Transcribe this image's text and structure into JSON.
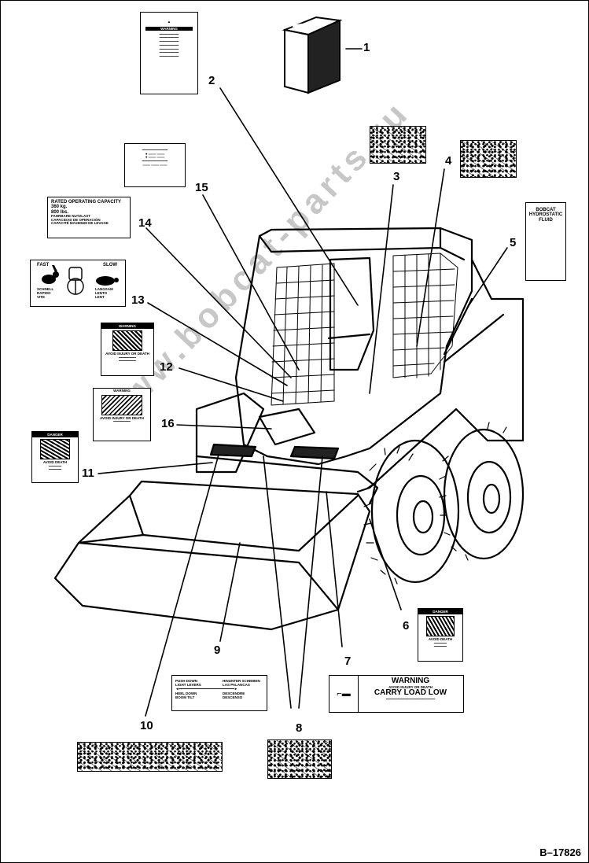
{
  "figure_id": "B–17826",
  "watermark": "www.bobcat-parts.ru",
  "callouts": [
    "1",
    "2",
    "3",
    "4",
    "5",
    "6",
    "7",
    "8",
    "9",
    "10",
    "11",
    "12",
    "13",
    "14",
    "15",
    "16"
  ],
  "decals": {
    "manual": {
      "warning": "WARNING"
    },
    "capacity": {
      "line1": "RATED OPERATING CAPACITY",
      "line2": "360 kg.",
      "line3": "800 lbs.",
      "line4": "FAHRBARE NUTZLAST",
      "line5": "CAPACIDAD DE OPERACIÓN",
      "line6": "CAPACITÉ MAXIMUM DE LEVAGE"
    },
    "speed": {
      "fast": "FAST",
      "slow": "SLOW",
      "left_lines": [
        "SCHNELL",
        "RAPIDO",
        "VITE"
      ],
      "right_lines": [
        "LANGSAM",
        "LENTO",
        "LENT"
      ]
    },
    "warning_13": {
      "header": "WARNING",
      "line": "AVOID INJURY OR DEATH"
    },
    "warning_12": {
      "header": "WARNING",
      "line": "AVOID INJURY OR DEATH"
    },
    "danger_11": {
      "header": "DANGER",
      "line": "AVOID DEATH"
    },
    "hydraulic_fluid": {
      "line1": "BOBCAT",
      "line2": "HYDROSTATIC",
      "line3": "FLUID"
    },
    "danger_6": {
      "header": "DANGER",
      "line": "AVOID DEATH"
    },
    "carry_load": {
      "header": "WARNING",
      "line1": "AVOID INJURY OR DEATH",
      "line2": "CARRY LOAD LOW"
    },
    "lift_tilt": {
      "left_lines": [
        "PUSH DOWN",
        "LIGHT LEVERS",
        "",
        "HEEL DOWN",
        "BOOM TILT"
      ],
      "right_lines": [
        "HINUNTER SCHIEBEN",
        "LAS PALANCAS",
        "",
        "DESCENDRE",
        "DESCENSO"
      ]
    }
  }
}
